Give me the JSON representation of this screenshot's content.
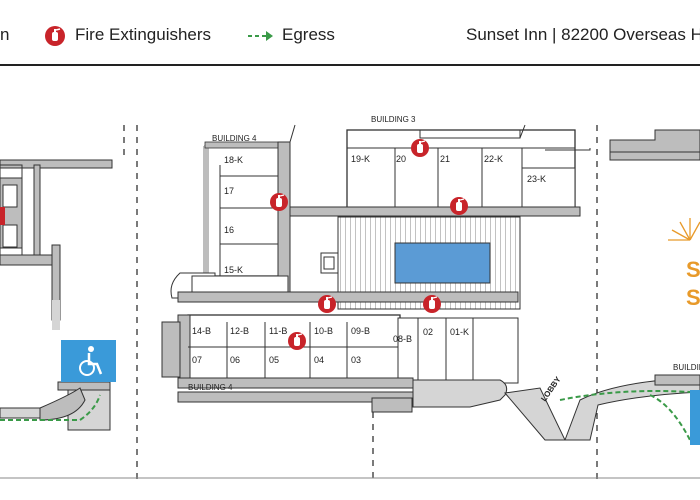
{
  "legend": {
    "item_partial": "n",
    "fire_extinguishers": "Fire Extinguishers",
    "egress": "Egress",
    "property": "Sunset Inn | 82200 Overseas H"
  },
  "buildings": {
    "building4_top": "BUILDING 4",
    "building3": "BUILDING 3",
    "building4_bottom": "BUILDING 4",
    "building_right_partial": "BUILDIN"
  },
  "rooms": {
    "r18k": "18-K",
    "r17": "17",
    "r16": "16",
    "r15k": "15-K",
    "r19k": "19-K",
    "r20": "20",
    "r21": "21",
    "r22k": "22-K",
    "r23k": "23-K",
    "r14b": "14-B",
    "r12b": "12-B",
    "r11b": "11-B",
    "r10b": "10-B",
    "r09b": "09-B",
    "r07": "07",
    "r06": "06",
    "r05": "05",
    "r04": "04",
    "r03": "03",
    "r08b": "08-B",
    "r02": "02",
    "r01k": "01-K"
  },
  "labels": {
    "lobby": "LOBBY",
    "sign_partial": "S\nS"
  },
  "colors": {
    "extinguisher": "#c8242a",
    "egress": "#3a9a48",
    "pool": "#5b9bd5",
    "accessible": "#3a9ad9",
    "wall": "#bdbdbd",
    "outline": "#333333",
    "sign": "#e89a2a"
  },
  "icons": [
    "fire-extinguisher-icon",
    "egress-arrow-icon",
    "accessibility-icon",
    "grill-icon"
  ]
}
